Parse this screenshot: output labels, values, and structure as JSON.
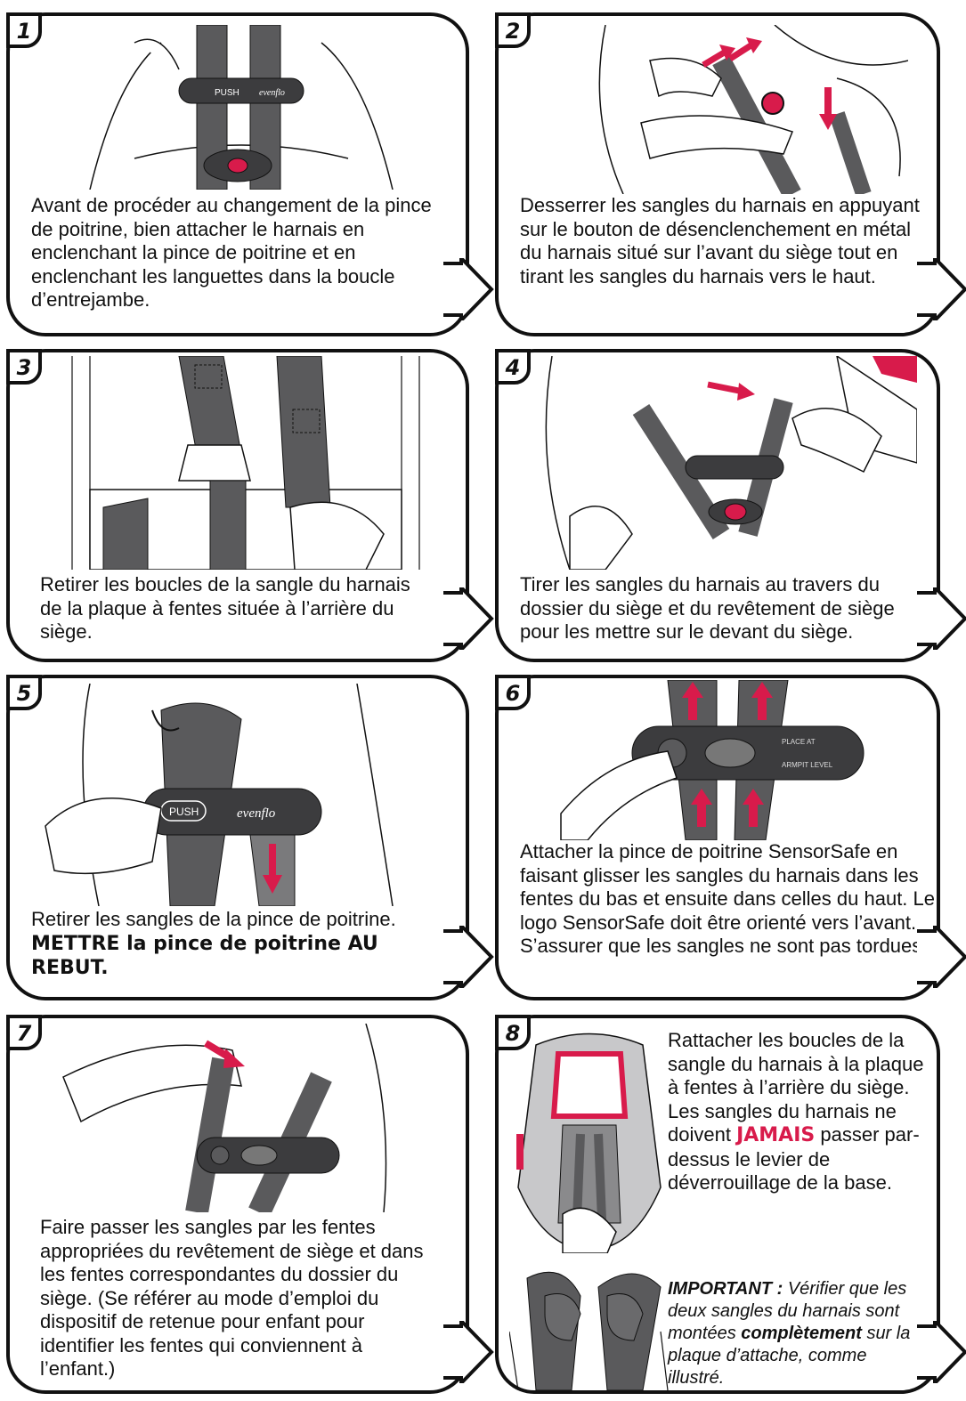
{
  "colors": {
    "accent": "#d81b4b",
    "strap": "#5a5a5c",
    "ink": "#111111"
  },
  "panels": [
    {
      "number": "1",
      "text": "Avant de procéder au changement de la pince de poitrine, bien attacher le harnais en enclenchant la pince de poitrine et en enclenchant les languettes dans la boucle d’entrejambe."
    },
    {
      "number": "2",
      "text": "Desserrer les sangles du harnais en appuyant sur le bouton de désenclenchement en métal du harnais situé sur l’avant du siège tout en tirant les sangles du harnais vers le haut."
    },
    {
      "number": "3",
      "text": "Retirer les boucles de la sangle du harnais de la plaque à fentes située à l’arrière du siège."
    },
    {
      "number": "4",
      "text": "Tirer les sangles du harnais au travers du dossier du siège et du revêtement de siège pour les mettre sur le devant du siège."
    },
    {
      "number": "5",
      "text": "Retirer les sangles de la pince de poitrine.",
      "warning": "METTRE la pince de poitrine AU REBUT."
    },
    {
      "number": "6",
      "text": "Attacher la pince de poitrine SensorSafe en faisant glisser les sangles du harnais dans les fentes du bas et ensuite dans celles du haut. Le logo SensorSafe doit être orienté vers l’avant. S’assurer que les sangles ne sont pas tordues."
    },
    {
      "number": "7",
      "text": "Faire passer les sangles par les fentes appropriées du revêtement de siège et dans les fentes correspondantes du dossier du siège. (Se référer au mode d’emploi du dispositif de retenue pour enfant pour identifier les fentes qui conviennent à l’enfant.)"
    },
    {
      "number": "8",
      "text_before": "Rattacher les boucles de la sangle du harnais à la plaque à fentes à l’arrière du siège. Les sangles du harnais ne doivent",
      "never": "JAMAIS",
      "text_after": "passer par-dessus le levier de déverrouillage de la base.",
      "important_label": "IMPORTANT :",
      "important_text_1": "Vérifier que les deux sangles du harnais sont montées",
      "important_bold": "complètement",
      "important_text_2": "sur la plaque d’attache, comme illustré."
    }
  ],
  "illustration_labels": {
    "push": "PUSH",
    "brand": "evenflo",
    "place_at": "PLACE AT",
    "armpit_level": "ARMPIT LEVEL"
  }
}
